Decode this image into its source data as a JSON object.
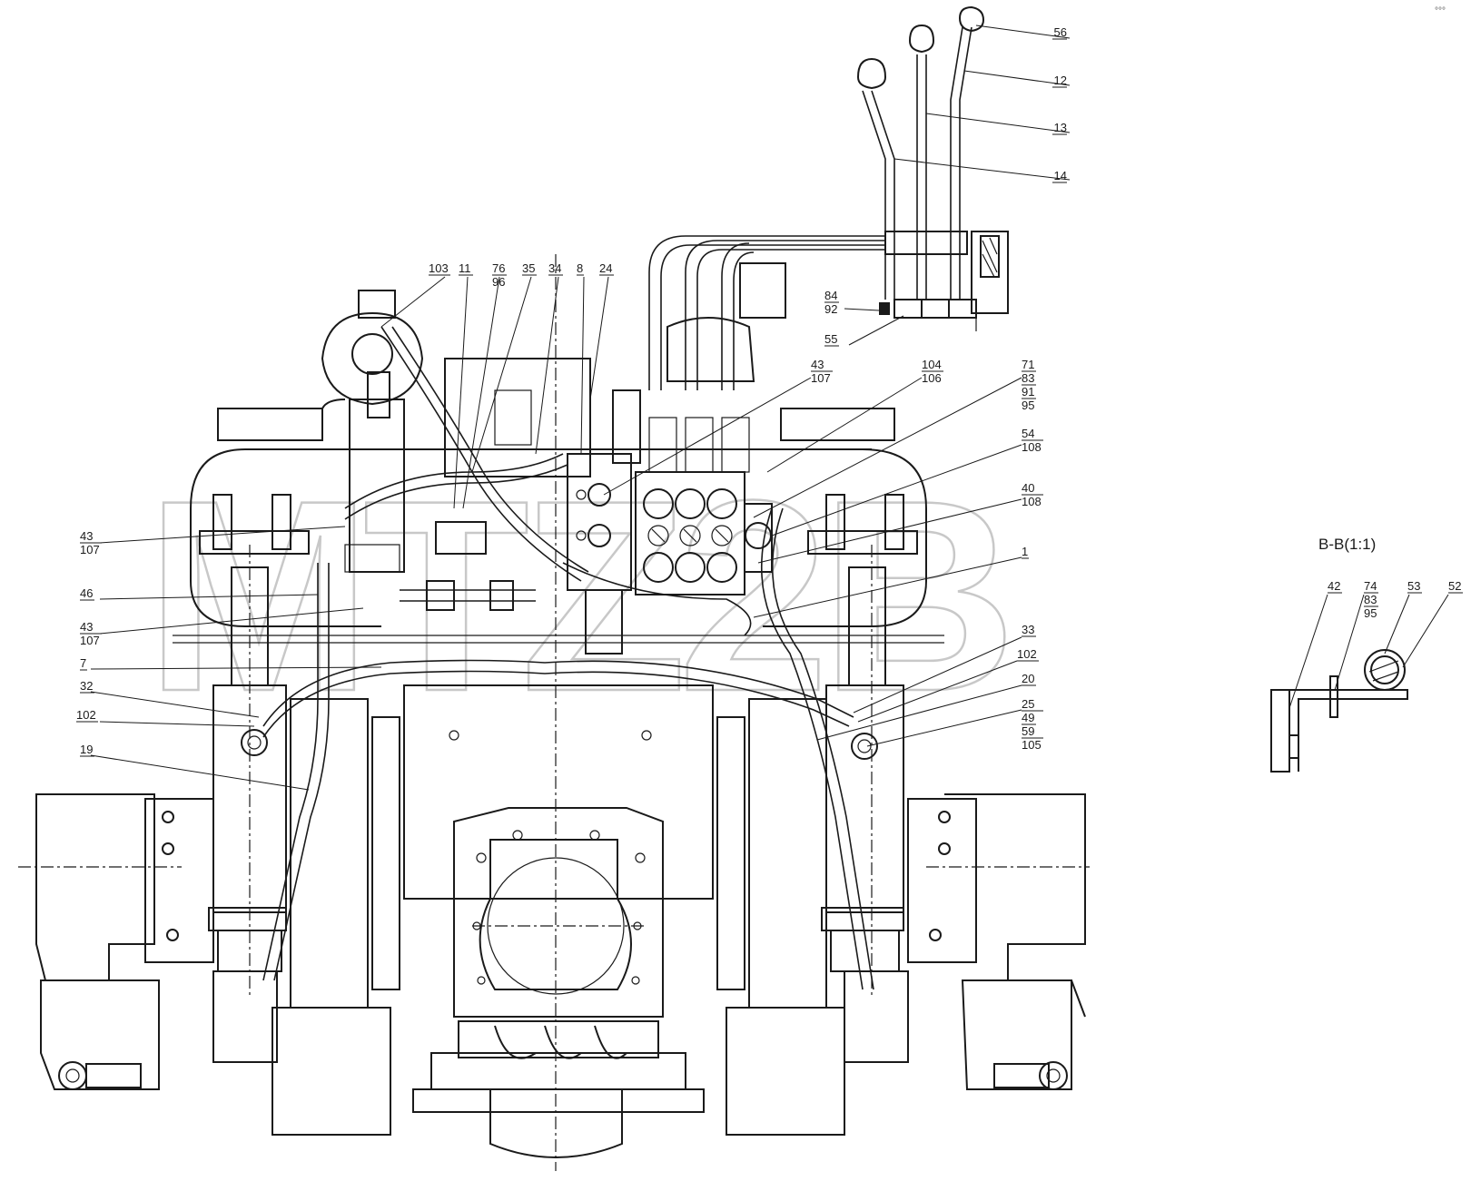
{
  "watermark": "MTZ2B",
  "corner_mark": "°°°",
  "section_label": "В-В(1:1)",
  "section_view_callouts": [
    {
      "id": "c-42",
      "lines": [
        "42"
      ]
    },
    {
      "id": "c-74",
      "lines": [
        "74",
        "83",
        "95"
      ]
    },
    {
      "id": "c-53",
      "lines": [
        "53"
      ]
    },
    {
      "id": "c-52",
      "lines": [
        "52"
      ]
    }
  ],
  "callouts": [
    {
      "id": "c-56",
      "lines": [
        "56"
      ]
    },
    {
      "id": "c-12",
      "lines": [
        "12"
      ]
    },
    {
      "id": "c-13",
      "lines": [
        "13"
      ]
    },
    {
      "id": "c-14",
      "lines": [
        "14"
      ]
    },
    {
      "id": "c-84",
      "lines": [
        "84",
        "92"
      ]
    },
    {
      "id": "c-55",
      "lines": [
        "55"
      ]
    },
    {
      "id": "c-103",
      "lines": [
        "103"
      ]
    },
    {
      "id": "c-11",
      "lines": [
        "11"
      ]
    },
    {
      "id": "c-76",
      "lines": [
        "76",
        "96"
      ]
    },
    {
      "id": "c-35",
      "lines": [
        "35"
      ]
    },
    {
      "id": "c-34",
      "lines": [
        "34"
      ]
    },
    {
      "id": "c-8",
      "lines": [
        "8"
      ]
    },
    {
      "id": "c-24",
      "lines": [
        "24"
      ]
    },
    {
      "id": "c-43a",
      "lines": [
        "43",
        "107"
      ]
    },
    {
      "id": "c-104",
      "lines": [
        "104",
        "106"
      ]
    },
    {
      "id": "c-71",
      "lines": [
        "71",
        "83",
        "91",
        "95"
      ]
    },
    {
      "id": "c-54",
      "lines": [
        "54",
        "108"
      ]
    },
    {
      "id": "c-40",
      "lines": [
        "40",
        "108"
      ]
    },
    {
      "id": "c-1",
      "lines": [
        "1"
      ]
    },
    {
      "id": "c-43b",
      "lines": [
        "43",
        "107"
      ]
    },
    {
      "id": "c-46",
      "lines": [
        "46"
      ]
    },
    {
      "id": "c-43c",
      "lines": [
        "43",
        "107"
      ]
    },
    {
      "id": "c-7",
      "lines": [
        "7"
      ]
    },
    {
      "id": "c-32",
      "lines": [
        "32"
      ]
    },
    {
      "id": "c-102a",
      "lines": [
        "102"
      ]
    },
    {
      "id": "c-19",
      "lines": [
        "19"
      ]
    },
    {
      "id": "c-33",
      "lines": [
        "33"
      ]
    },
    {
      "id": "c-102b",
      "lines": [
        "102"
      ]
    },
    {
      "id": "c-20",
      "lines": [
        "20"
      ]
    },
    {
      "id": "c-25",
      "lines": [
        "25",
        "49",
        "59",
        "105"
      ]
    }
  ]
}
